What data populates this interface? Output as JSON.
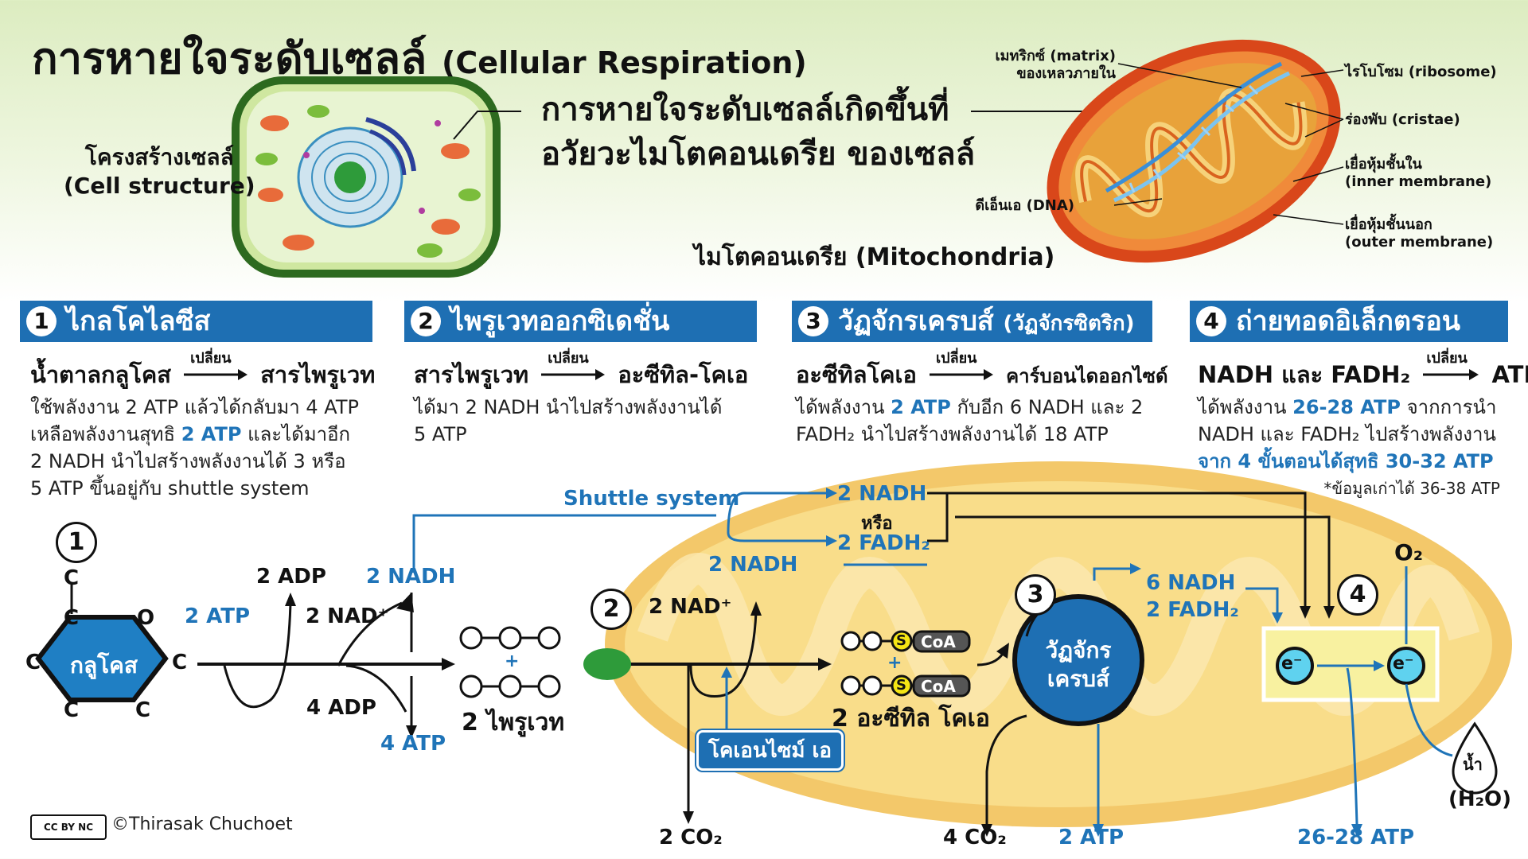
{
  "title": {
    "thai": "การหายใจระดับเซลล์",
    "en": "(Cellular Respiration)"
  },
  "cell": {
    "label_thai": "โครงสร้างเซลล์",
    "label_en": "(Cell structure)"
  },
  "headline": {
    "line1": "การหายใจระดับเซลล์เกิดขึ้นที่",
    "line2": "อวัยวะไมโตคอนเดรีย ของเซลล์"
  },
  "mito": {
    "name": "ไมโตคอนเดรีย (Mitochondria)",
    "matrix1": "เมทริกซ์ (matrix)",
    "matrix2": "ของเหลวภายใน",
    "dna": "ดีเอ็นเอ (DNA)",
    "ribosome": "ไรโบโซม (ribosome)",
    "cristae": "ร่องพับ (cristae)",
    "inner1": "เยื่อหุ้มชั้นใน",
    "inner2": "(inner membrane)",
    "outer1": "เยื่อหุ้มชั้นนอก",
    "outer2": "(outer membrane)"
  },
  "sections": [
    {
      "num": "1",
      "title": "ไกลโคไลซีส",
      "from": "น้ำตาลกลูโคส",
      "arrow": "เปลี่ยน",
      "to": "สารไพรูเวท",
      "d1": "ใช้พลังงาน 2 ATP แล้วได้กลับมา 4 ATP",
      "d2a": "เหลือพลังงานสุทธิ ",
      "d2b": "2 ATP",
      "d2c": " และได้มาอีก",
      "d3": "2 NADH นำไปสร้างพลังงานได้ 3 หรือ",
      "d4": "5 ATP ขึ้นอยู่กับ shuttle system"
    },
    {
      "num": "2",
      "title": "ไพรูเวทออกซิเดชั่น",
      "from": "สารไพรูเวท",
      "arrow": "เปลี่ยน",
      "to": "อะซีทิล-โคเอ",
      "d1": "ได้มา 2 NADH นำไปสร้างพลังงานได้",
      "d2": "5 ATP"
    },
    {
      "num": "3",
      "title": "วัฏจักรเครบส์",
      "title2": "(วัฏจักรซิตริก)",
      "from": "อะซีทิลโคเอ",
      "arrow": "เปลี่ยน",
      "to": "คาร์บอนไดออกไซด์",
      "d1a": "ได้พลังงาน ",
      "d1b": "2 ATP",
      "d1c": " กับอีก 6 NADH และ 2",
      "d2": "FADH₂ นำไปสร้างพลังงานได้ 18 ATP"
    },
    {
      "num": "4",
      "title": "ถ่ายทอดอิเล็กตรอน",
      "from": "NADH และ FADH₂",
      "arrow": "เปลี่ยน",
      "to": "ATP",
      "d1a": "ได้พลังงาน ",
      "d1b": "26-28 ATP",
      "d1c": " จากการนำ",
      "d2": "NADH และ FADH₂ ไปสร้างพลังงาน",
      "d3": "จาก 4 ขั้นตอนได้สุทธิ 30-32 ATP",
      "note": "*ข้อมูลเก่าได้ 36-38 ATP"
    }
  ],
  "diagram": {
    "glucose": "กลูโคส",
    "c": "C",
    "o": "O",
    "atp_in": "2 ATP",
    "adp_out": "2 ADP",
    "nad_in": "2 NAD⁺",
    "nadh_out": "2 NADH",
    "adp_in": "4 ADP",
    "atp_out": "4 ATP",
    "pyruvate": "2 ไพรูเวท",
    "shuttle": "Shuttle system",
    "shuttle_nadh": "2 NADH",
    "or": "หรือ",
    "shuttle_fadh": "2 FADH₂",
    "nad2_in": "2 NAD⁺",
    "nadh2_out": "2 NADH",
    "coenzyme": "โคเอนไซม์ เอ",
    "co2_1": "2 CO₂",
    "coa": "CoA",
    "s": "S",
    "acetyl": "2 อะซีทิล โคเอ",
    "krebs": "วัฏจักร\nเครบส์",
    "krebs1": "วัฏจักร",
    "krebs2": "เครบส์",
    "nadh6": "6 NADH",
    "fadh2": "2 FADH₂",
    "co2_4": "4 CO₂",
    "atp_krebs": "2 ATP",
    "o2": "O₂",
    "e": "e⁻",
    "water": "น้ำ",
    "h2o": "(H₂O)",
    "atp_final": "26-28 ATP",
    "n1": "1",
    "n2": "2",
    "n3": "3",
    "n4": "4"
  },
  "credit": "©Thirasak Chuchoet",
  "cc": "CC BY NC",
  "colors": {
    "accent_blue": "#1f74b8",
    "bar_blue": "#1e6fb3",
    "mito_orange": "#e0561c",
    "mito_yellow": "#f7d06a"
  }
}
